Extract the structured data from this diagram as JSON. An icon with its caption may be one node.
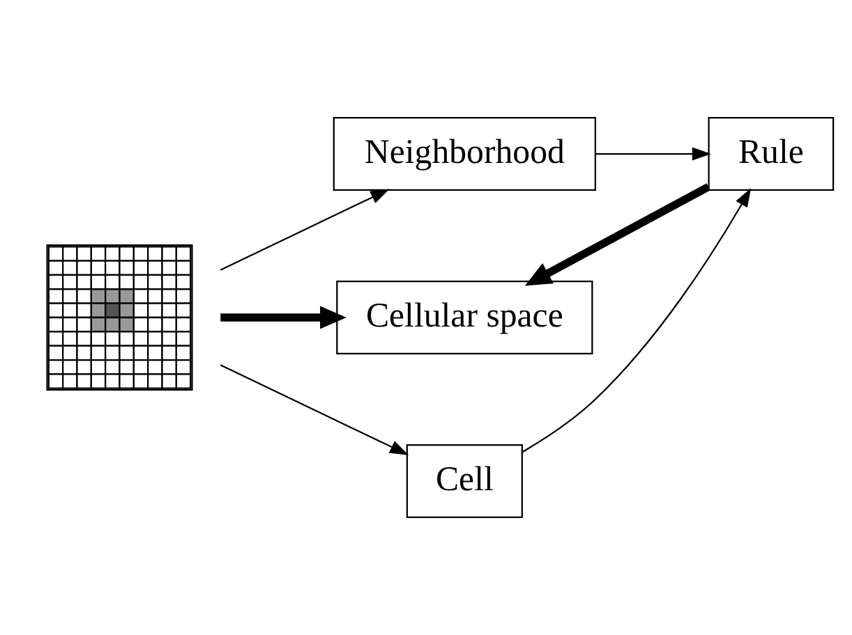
{
  "diagram": {
    "nodes": [
      {
        "text": [
          "Neighborhood"
        ]
      },
      {
        "text": [],
        "shape": "picture"
      },
      {
        "text": [
          "Cellular space"
        ]
      },
      {
        "text": [
          "Rule"
        ]
      },
      {
        "text": [
          "Cell"
        ]
      }
    ],
    "edges": [
      {
        "from": 1,
        "to": 0,
        "arrow": "to"
      },
      {
        "from": 1,
        "to": 4,
        "arrow": "to"
      },
      {
        "from": 1,
        "to": 2,
        "arrow": "to",
        "style": "thick"
      },
      {
        "from": 3,
        "to": 2,
        "arrow": "to",
        "style": "thick"
      },
      {
        "from": 0,
        "to": 3,
        "arrow": "to"
      },
      {
        "from": 4,
        "to": 3,
        "arrow": "to"
      }
    ]
  }
}
